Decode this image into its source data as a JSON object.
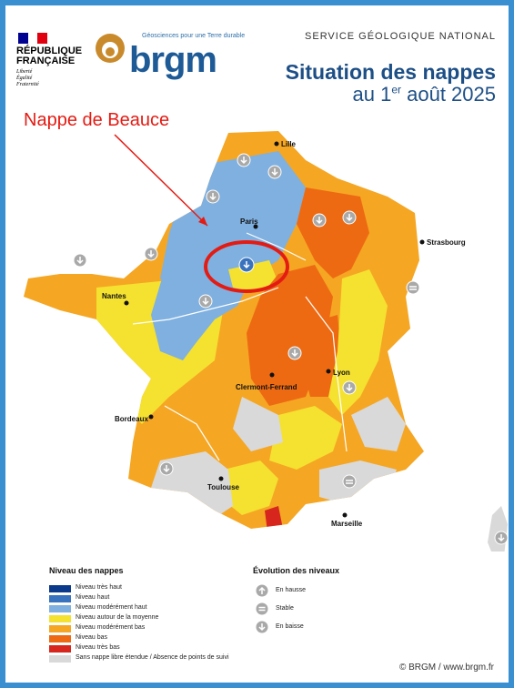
{
  "header": {
    "republic_name": "RÉPUBLIQUE FRANÇAISE",
    "republic_motto": [
      "Liberté",
      "Égalité",
      "Fraternité"
    ],
    "brgm_tagline": "Géosciences pour une Terre durable",
    "brgm_word": "brgm",
    "service": "SERVICE GÉOLOGIQUE NATIONAL",
    "title_line1": "Situation des nappes",
    "title_line2_prefix": "au 1",
    "title_line2_sup": "er",
    "title_line2_suffix": " août 2025"
  },
  "callout": {
    "label": "Nappe de Beauce",
    "color": "#e41b13"
  },
  "cities": [
    {
      "label": "Lille"
    },
    {
      "label": "Paris"
    },
    {
      "label": "Strasbourg"
    },
    {
      "label": "Nantes"
    },
    {
      "label": "Lyon"
    },
    {
      "label": "Clermont-Ferrand"
    },
    {
      "label": "Bordeaux"
    },
    {
      "label": "Toulouse"
    },
    {
      "label": "Marseille"
    }
  ],
  "legend": {
    "title": "Niveau des nappes",
    "items": [
      {
        "label": "Niveau très haut",
        "color": "#0b3a8a"
      },
      {
        "label": "Niveau haut",
        "color": "#3a73bd"
      },
      {
        "label": "Niveau modérément haut",
        "color": "#7fb0e0"
      },
      {
        "label": "Niveau autour de la moyenne",
        "color": "#f5e130"
      },
      {
        "label": "Niveau modérément bas",
        "color": "#f5a623"
      },
      {
        "label": "Niveau bas",
        "color": "#ed6a12"
      },
      {
        "label": "Niveau très bas",
        "color": "#d7261e"
      },
      {
        "label": "Sans nappe libre étendue / Absence de points de suivi",
        "color": "#d9d9d9"
      }
    ]
  },
  "evolution": {
    "title": "Évolution des niveaux",
    "items": [
      {
        "label": "En hausse",
        "icon": "arrow-up-icon"
      },
      {
        "label": "Stable",
        "icon": "stable-icon"
      },
      {
        "label": "En baisse",
        "icon": "arrow-down-icon"
      }
    ]
  },
  "credit": "© BRGM / www.brgm.fr"
}
